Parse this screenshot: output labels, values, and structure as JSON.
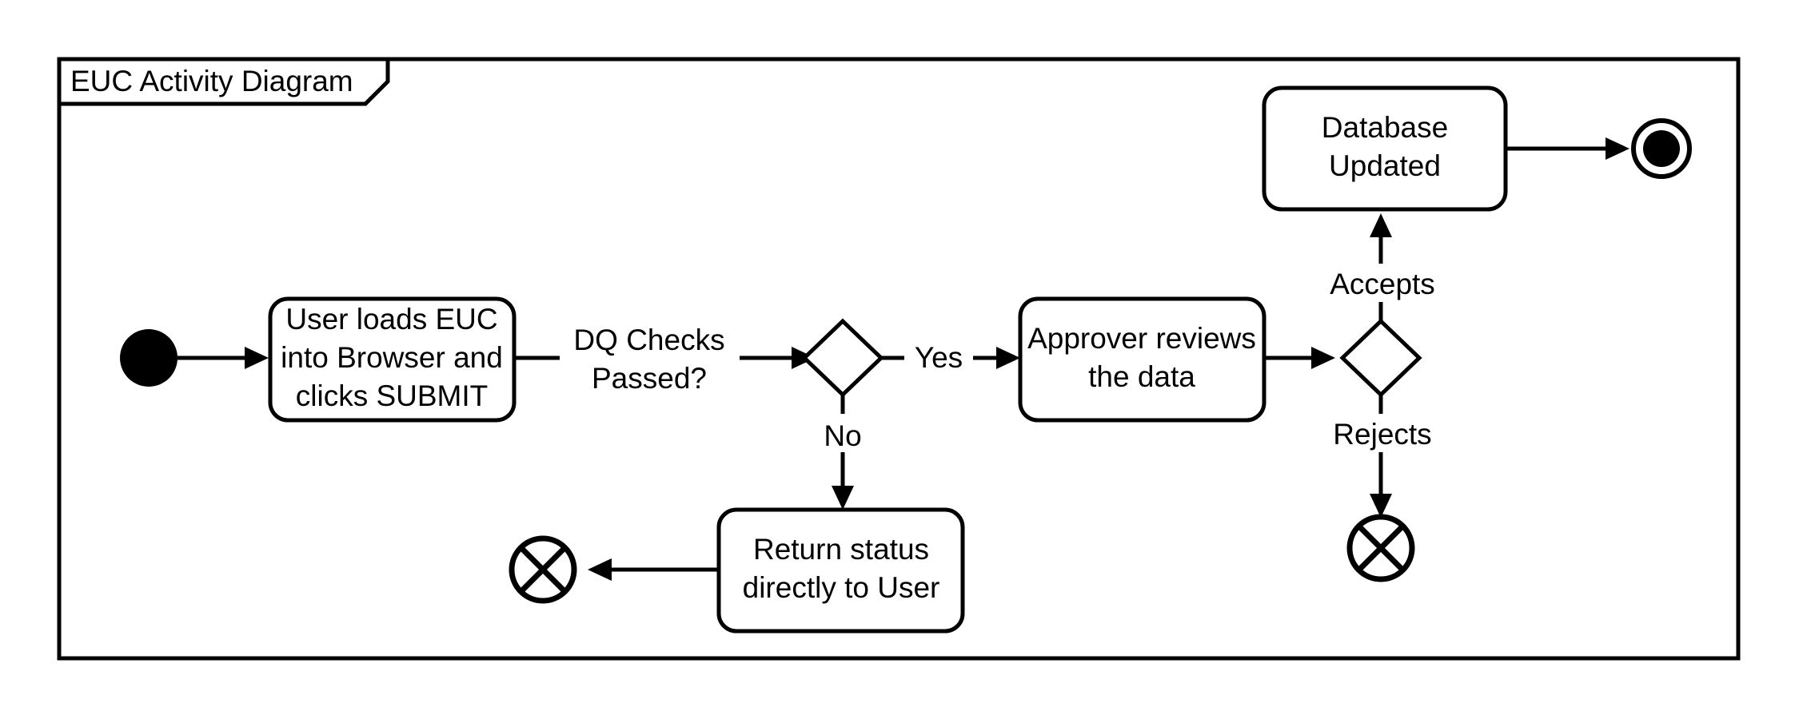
{
  "diagram": {
    "type": "uml-activity-diagram",
    "frame": {
      "title": "EUC Activity Diagram",
      "border_color": "#000000",
      "background_color": "#ffffff"
    },
    "nodes": [
      {
        "id": "start",
        "kind": "initial-node",
        "label": ""
      },
      {
        "id": "load",
        "kind": "action",
        "label_line1": "User loads EUC",
        "label_line2": "into Browser and",
        "label_line3": "clicks SUBMIT"
      },
      {
        "id": "dq-decision",
        "kind": "decision",
        "label": ""
      },
      {
        "id": "review",
        "kind": "action",
        "label_line1": "Approver reviews",
        "label_line2": "the data"
      },
      {
        "id": "approve-decision",
        "kind": "decision",
        "label": ""
      },
      {
        "id": "db-updated",
        "kind": "action",
        "label_line1": "Database",
        "label_line2": "Updated"
      },
      {
        "id": "final",
        "kind": "activity-final",
        "label": ""
      },
      {
        "id": "return-status",
        "kind": "action",
        "label_line1": "Return status",
        "label_line2": "directly to User"
      },
      {
        "id": "flow-final-left",
        "kind": "flow-final",
        "label": ""
      },
      {
        "id": "flow-final-right",
        "kind": "flow-final",
        "label": ""
      }
    ],
    "edges": [
      {
        "id": "e1",
        "from": "start",
        "to": "load",
        "label": ""
      },
      {
        "id": "e2",
        "from": "load",
        "to": "dq-decision",
        "label_line1": "DQ Checks",
        "label_line2": "Passed?"
      },
      {
        "id": "e3",
        "from": "dq-decision",
        "to": "review",
        "label": "Yes"
      },
      {
        "id": "e4",
        "from": "dq-decision",
        "to": "return-status",
        "label": "No"
      },
      {
        "id": "e5",
        "from": "review",
        "to": "approve-decision",
        "label": ""
      },
      {
        "id": "e6",
        "from": "approve-decision",
        "to": "db-updated",
        "label": "Accepts"
      },
      {
        "id": "e7",
        "from": "approve-decision",
        "to": "flow-final-right",
        "label": "Rejects"
      },
      {
        "id": "e8",
        "from": "db-updated",
        "to": "final",
        "label": ""
      },
      {
        "id": "e9",
        "from": "return-status",
        "to": "flow-final-left",
        "label": ""
      }
    ],
    "labels": {
      "title": "EUC Activity Diagram",
      "load_l1": "User loads EUC",
      "load_l2": "into Browser and",
      "load_l3": "clicks SUBMIT",
      "dq_l1": "DQ Checks",
      "dq_l2": "Passed?",
      "yes": "Yes",
      "no": "No",
      "review_l1": "Approver reviews",
      "review_l2": "the data",
      "accepts": "Accepts",
      "rejects": "Rejects",
      "db_l1": "Database",
      "db_l2": "Updated",
      "return_l1": "Return status",
      "return_l2": "directly to User"
    }
  }
}
